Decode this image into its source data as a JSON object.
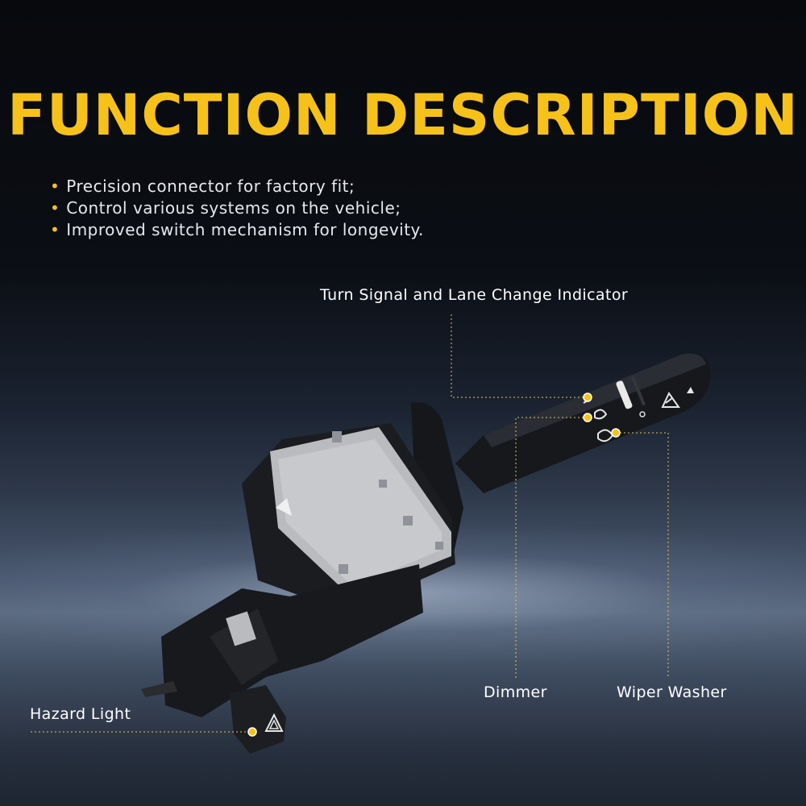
{
  "heading": "FUNCTION DESCRIPTION",
  "bullets": [
    "Precision connector for factory fit;",
    "Control various systems on the vehicle;",
    "Improved switch mechanism for longevity."
  ],
  "callouts": {
    "turn_signal": "Turn Signal and Lane Change Indicator",
    "dimmer": "Dimmer",
    "wiper_washer": "Wiper Washer",
    "hazard_light": "Hazard Light"
  },
  "colors": {
    "accent": "#f6c21a",
    "text": "#ffffff",
    "background": "#0a0d13"
  },
  "icons": [
    "bullet-dot",
    "callout-marker",
    "switch-product-image",
    "hazard-triangle-icon",
    "wiper-icon",
    "headlight-icon"
  ]
}
